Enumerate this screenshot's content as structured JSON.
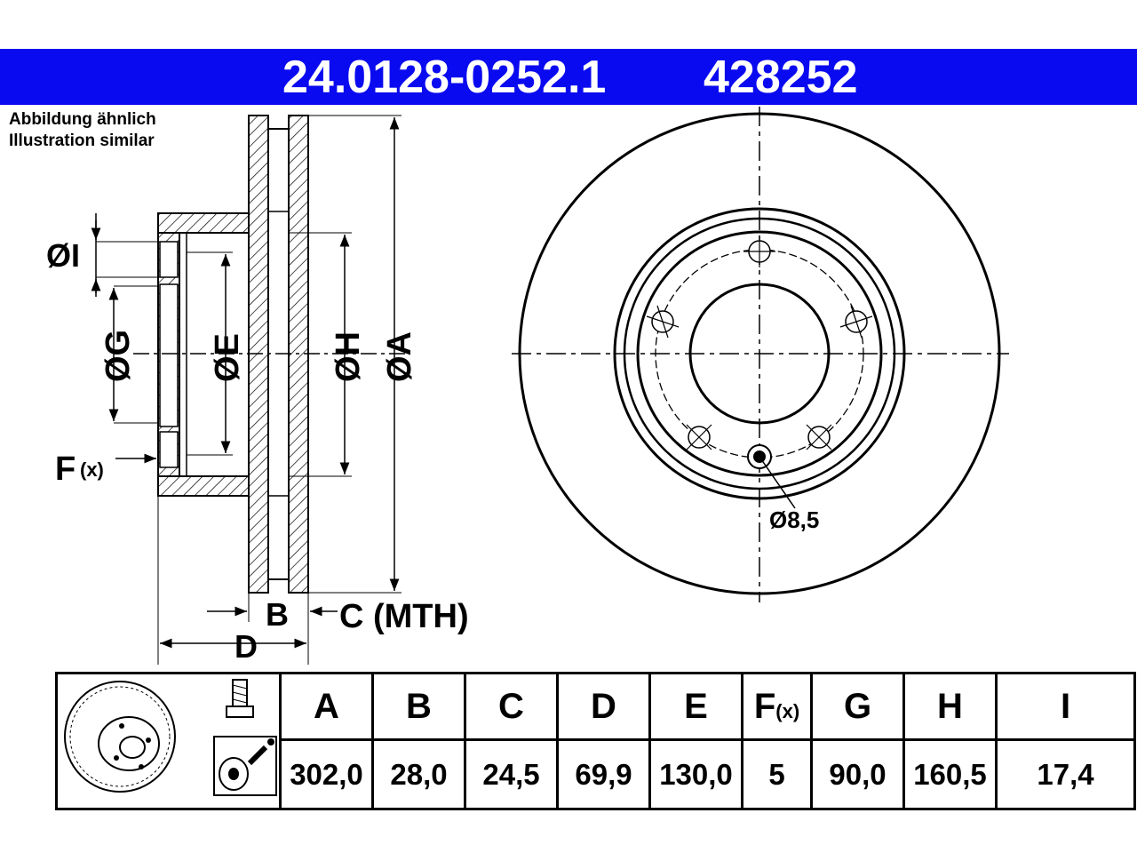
{
  "header": {
    "part_number": "24.0128-0252.1",
    "ref_number": "428252",
    "bar_color": "#0a0af0"
  },
  "notes": {
    "de": "Abbildung ähnlich",
    "en": "Illustration similar"
  },
  "drawing": {
    "labels": {
      "i": "ØI",
      "g": "ØG",
      "e": "ØE",
      "h": "ØH",
      "a": "ØA",
      "f": "F",
      "f_sub": "(x)",
      "b": "B",
      "c": "C (MTH)",
      "d": "D",
      "hole": "Ø8,5"
    },
    "icons": [
      "brake-disc-icon",
      "bolt-icon",
      "disc-cleaning-icon"
    ]
  },
  "table": {
    "headers": [
      "A",
      "B",
      "C",
      "D",
      "E",
      "F",
      "G",
      "H",
      "I"
    ],
    "f_sub": "(x)",
    "values": [
      "302,0",
      "28,0",
      "24,5",
      "69,9",
      "130,0",
      "5",
      "90,0",
      "160,5",
      "17,4"
    ]
  }
}
